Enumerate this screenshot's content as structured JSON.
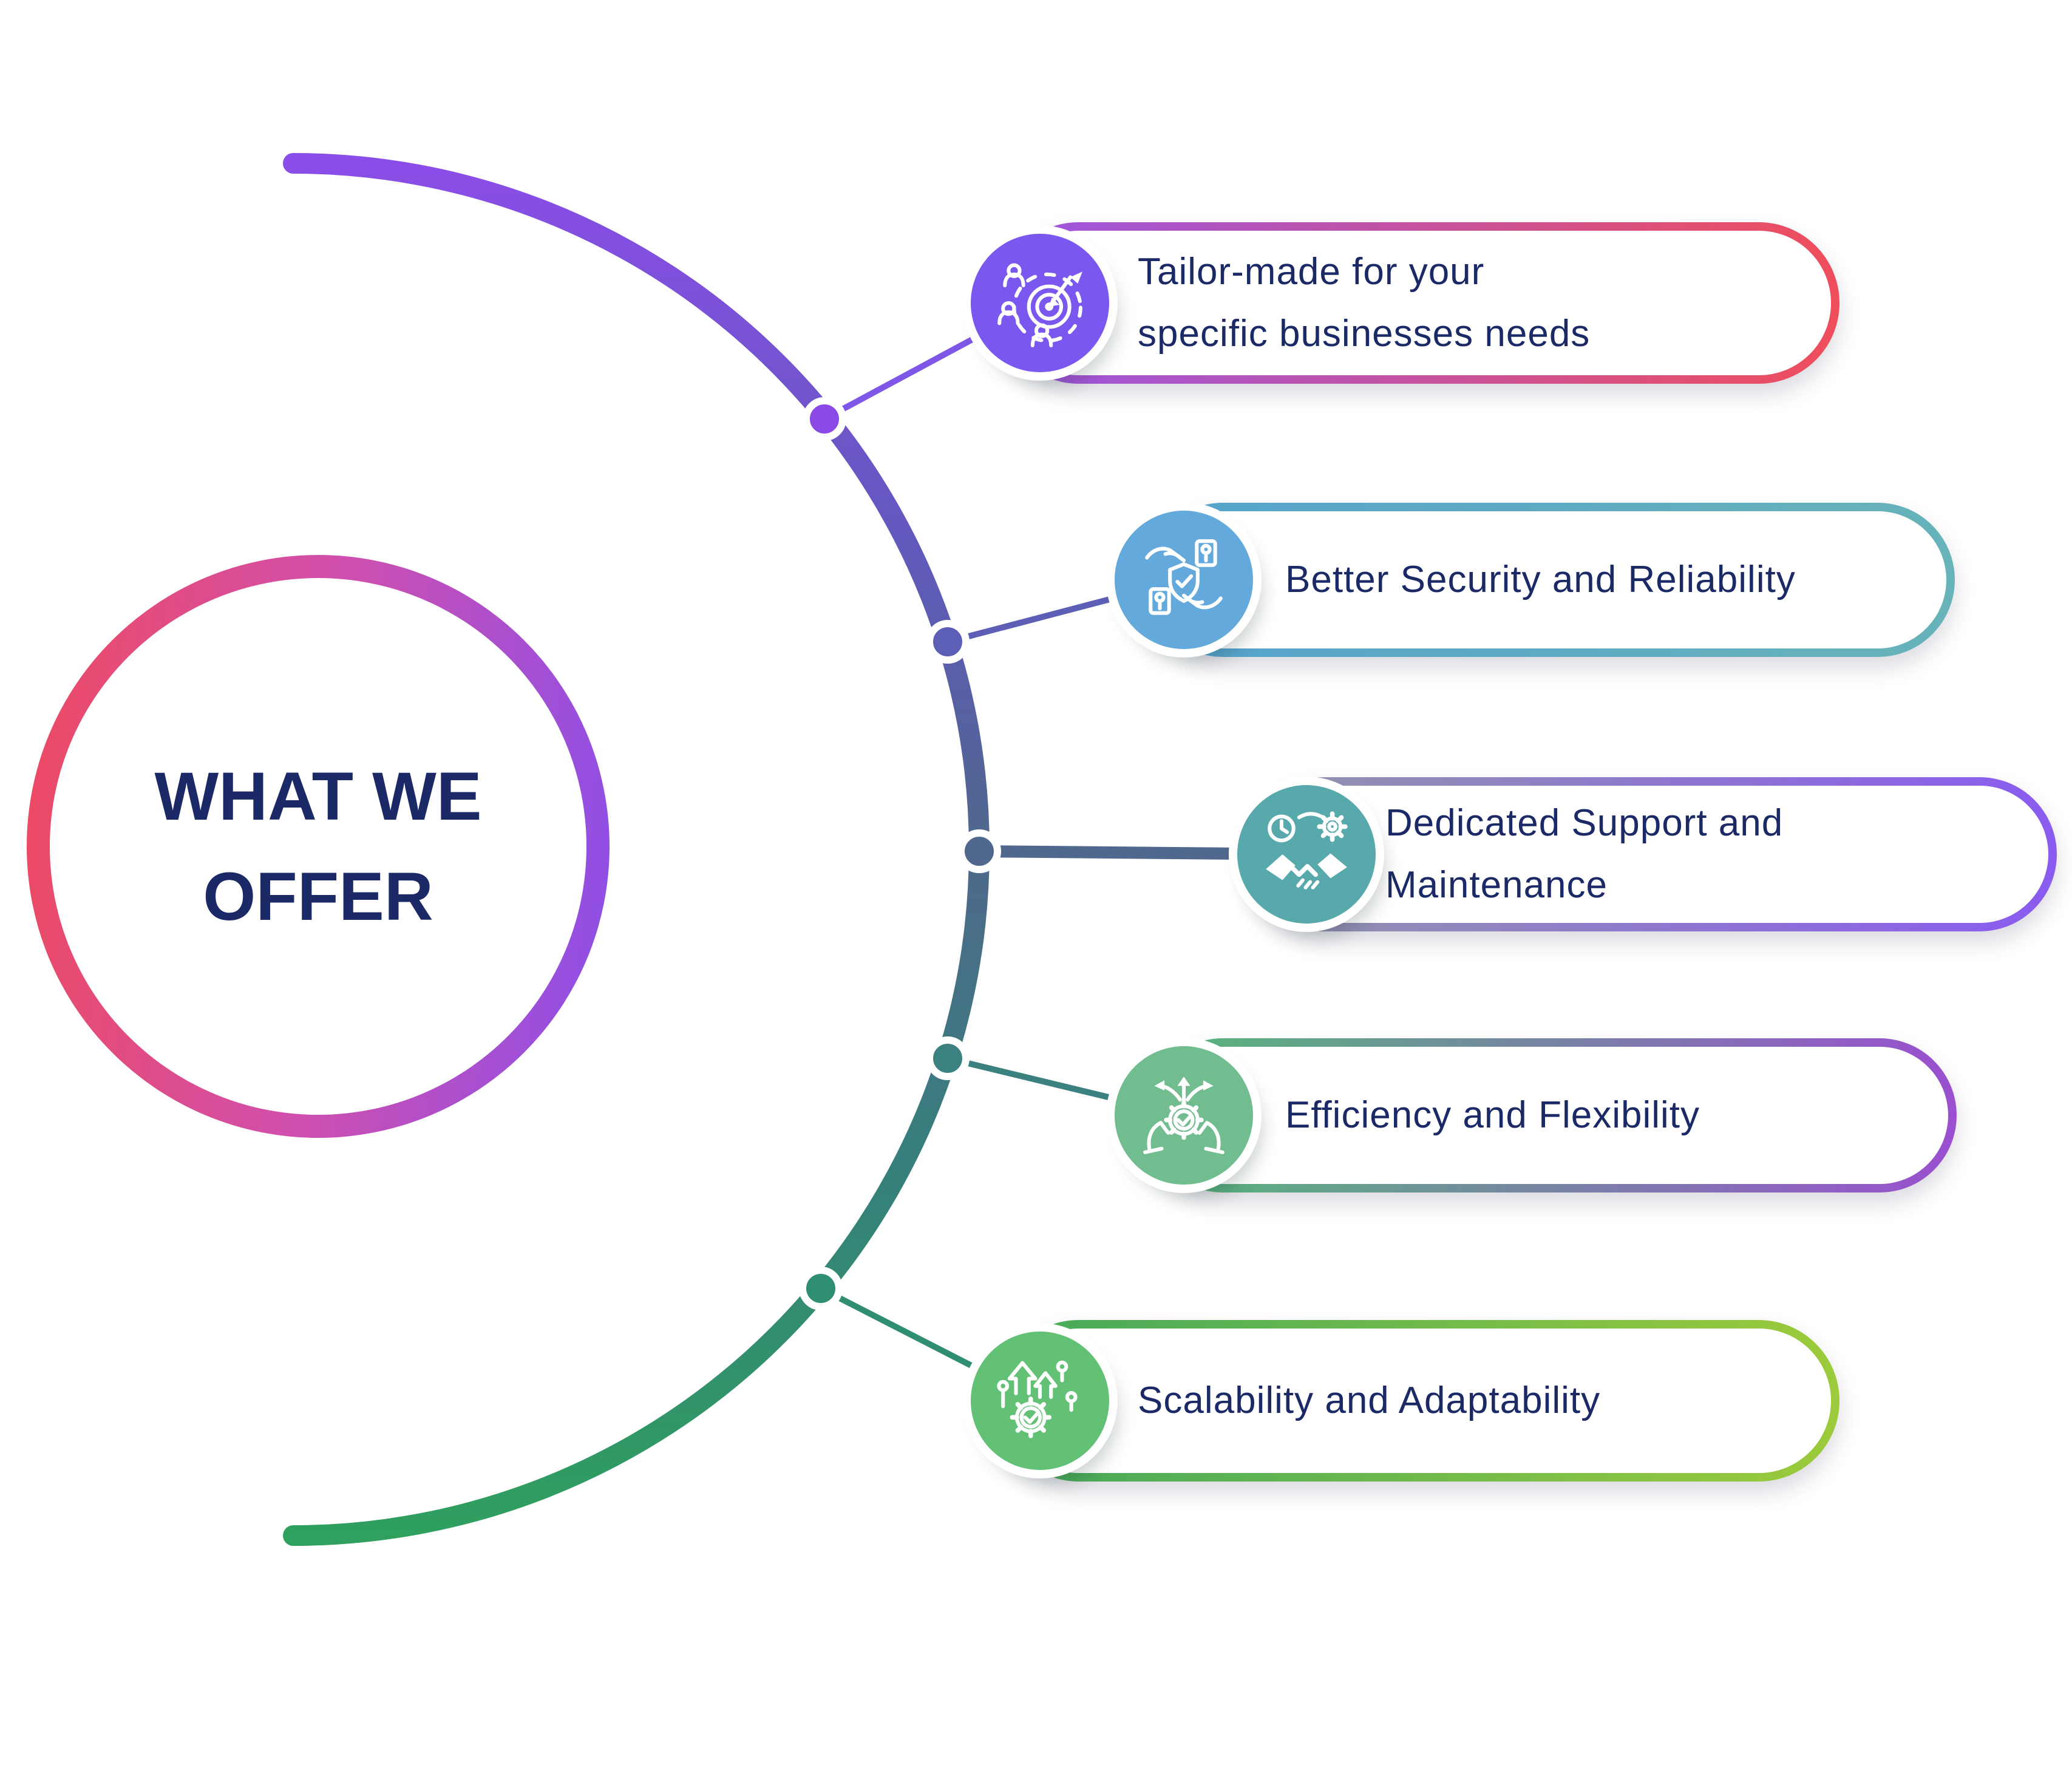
{
  "title": {
    "line1": "WHAT WE",
    "line2": "OFFER",
    "text_color": "#1b2a66",
    "ring_gradient": [
      "#ee4a5f",
      "#d04fae",
      "#8b4fe9"
    ]
  },
  "arc": {
    "gradient": [
      "#8b4de8",
      "#6159bc",
      "#4f688c",
      "#35807b",
      "#2fa05e"
    ]
  },
  "items": [
    {
      "label": "Tailor-made for your specific businesses needs",
      "lines": [
        "Tailor-made for your",
        "specific businesses needs"
      ],
      "icon": "target-audience-icon",
      "icon_bg": "#7a57ee",
      "dot_color": "#8b49e6",
      "line_color": "#7e57e8",
      "border_from": "#9a56e2",
      "border_to": "#ef4e5b"
    },
    {
      "label": "Better Security and Reliability",
      "lines": [
        "Better Security and Reliability"
      ],
      "icon": "security-shield-hands-icon",
      "icon_bg": "#63a9db",
      "dot_color": "#5c5fb5",
      "line_color": "#5c5fb5",
      "border_from": "#56a3cd",
      "border_to": "#67b3b9"
    },
    {
      "label": "Dedicated Support and Maintenance",
      "lines": [
        "Dedicated Support and",
        "Maintenance"
      ],
      "icon": "support-handshake-icon",
      "icon_bg": "#57a9ab",
      "dot_color": "#50688e",
      "line_color": "#50688e",
      "border_from": "#9295ab",
      "border_to": "#8a5bf0"
    },
    {
      "label": "Efficiency and Flexibility",
      "lines": [
        "Efficiency and Flexibility"
      ],
      "icon": "efficiency-hands-gear-icon",
      "icon_bg": "#71bd8f",
      "dot_color": "#3a8180",
      "line_color": "#3a8180",
      "border_from": "#55b878",
      "border_to": "#9a4fd0"
    },
    {
      "label": "Scalability and Adaptability",
      "lines": [
        "Scalability and Adaptability"
      ],
      "icon": "scalability-growth-icon",
      "icon_bg": "#62c175",
      "dot_color": "#2f8e71",
      "line_color": "#2f8e71",
      "border_from": "#43a85c",
      "border_to": "#9ccb3b"
    }
  ]
}
